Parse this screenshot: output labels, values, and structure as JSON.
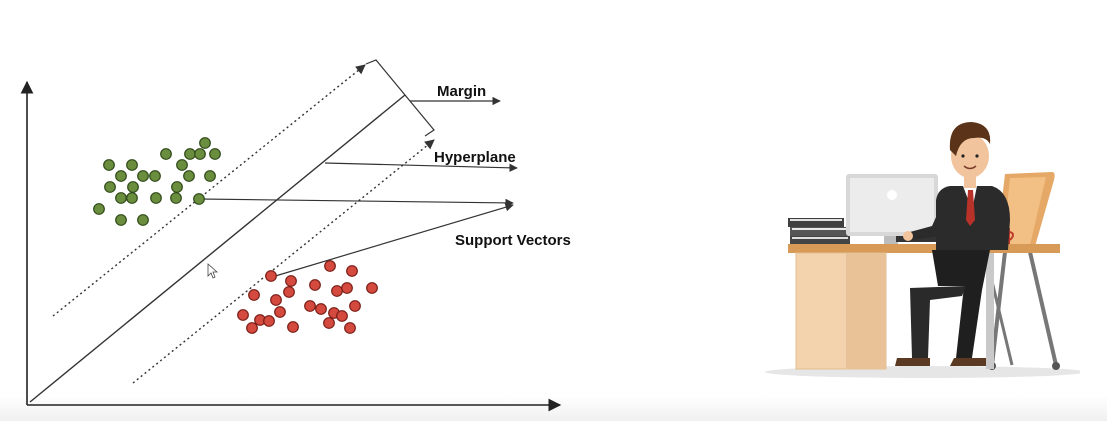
{
  "labels": {
    "margin": "Margin",
    "hyperplane": "Hyperplane",
    "support_vectors": "Support Vectors"
  },
  "classes": [
    {
      "name": "",
      "color": "#6b8e3e",
      "stroke": "#2f4a1a"
    },
    {
      "name": "",
      "color": "#d44a3f",
      "stroke": "#7a1d17"
    }
  ],
  "colors": {
    "axis": "#222222",
    "line": "#333333"
  },
  "illustration": {
    "subject": "businessman-at-desk-with-computer",
    "icons": [
      "person-icon",
      "desk-icon",
      "monitor-icon",
      "chair-icon",
      "books-icon",
      "mug-icon"
    ]
  }
}
